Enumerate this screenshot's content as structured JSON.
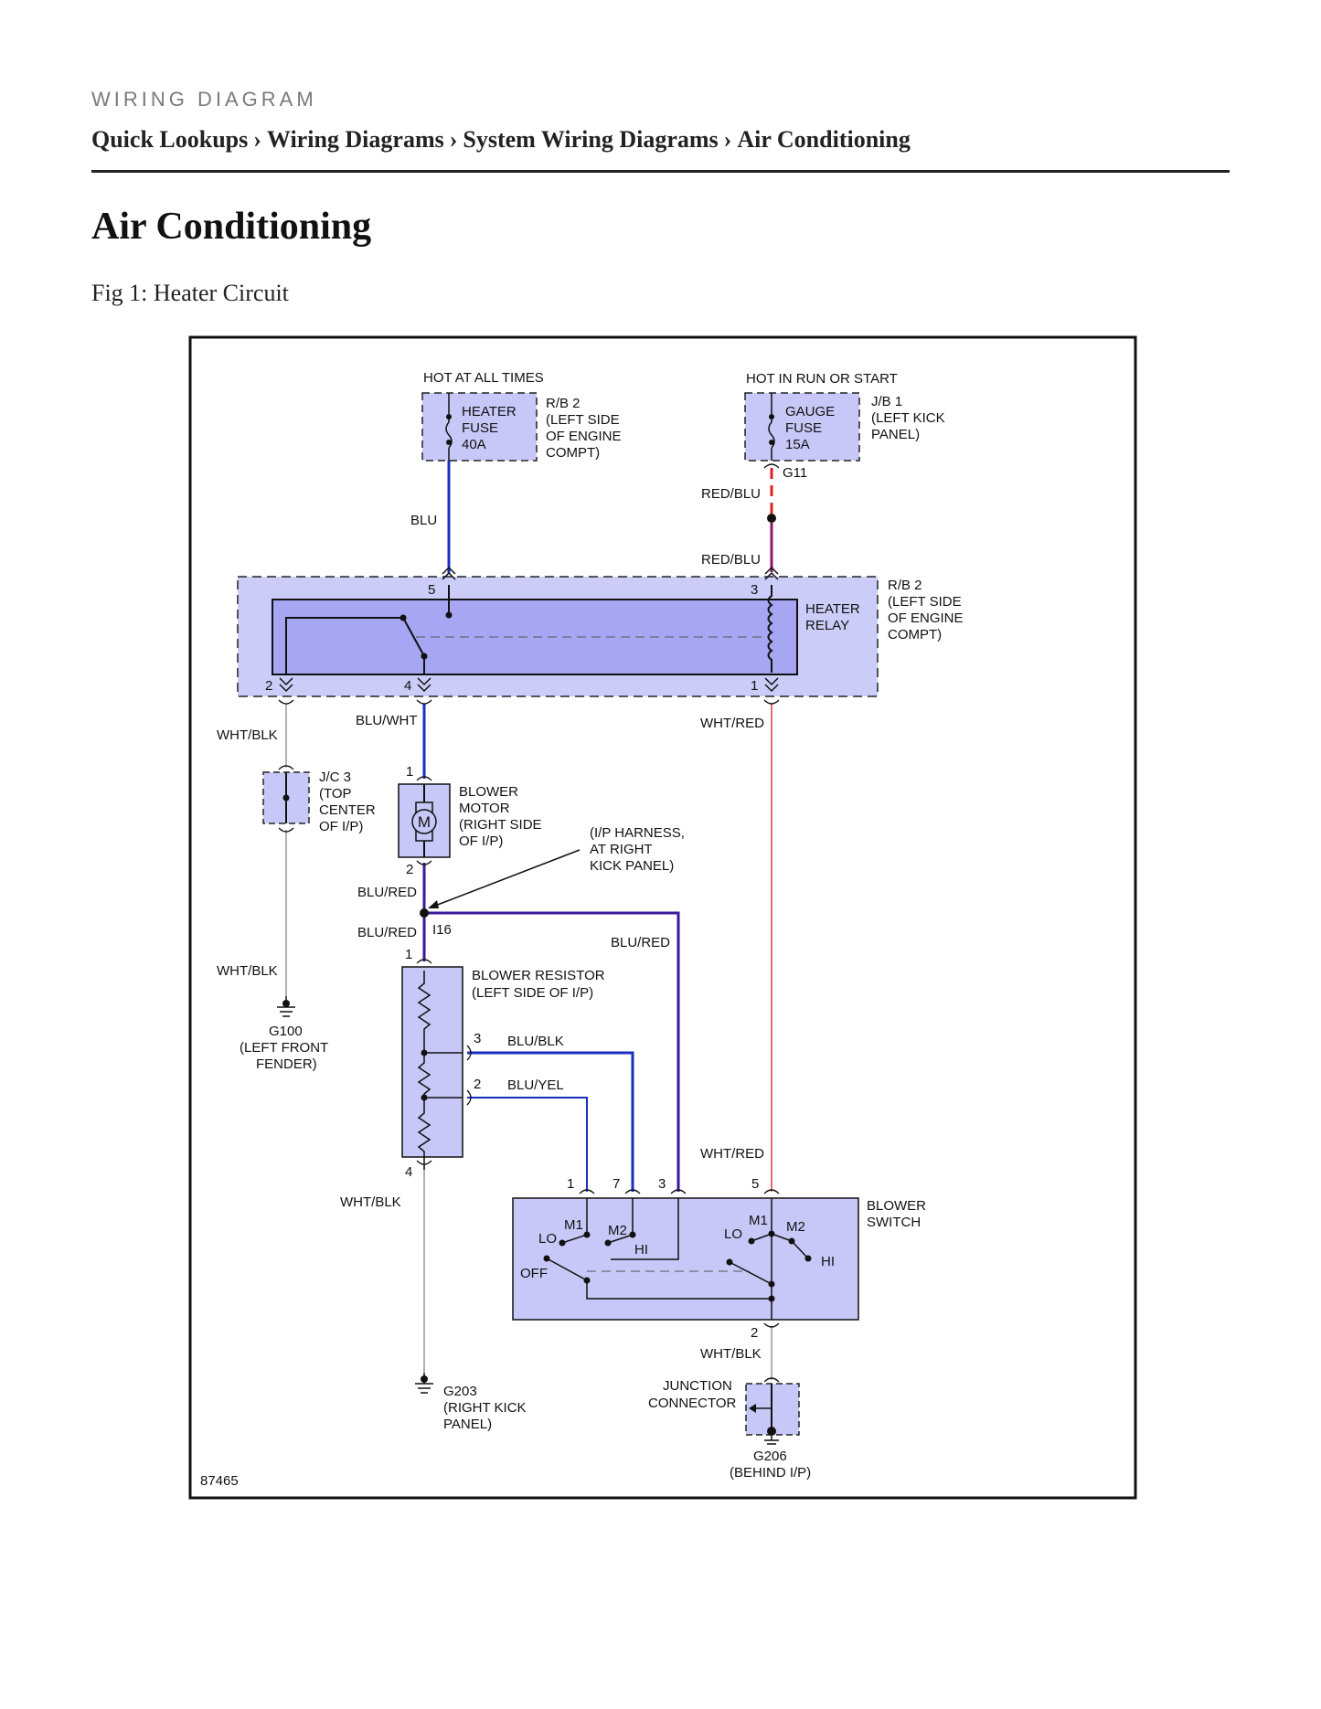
{
  "header": {
    "kicker": "WIRING DIAGRAM",
    "breadcrumb": [
      "Quick Lookups",
      "Wiring Diagrams",
      "System Wiring Diagrams",
      "Air Conditioning"
    ],
    "separator": "›"
  },
  "page_title": "Air Conditioning",
  "figure_caption": "Fig 1: Heater Circuit",
  "diagram": {
    "id": "87465",
    "supply_labels": {
      "hot_all_times": "HOT AT ALL TIMES",
      "hot_run_start": "HOT IN RUN OR START"
    },
    "heater_fuse": [
      "HEATER",
      "FUSE",
      "40A"
    ],
    "rb2_top": [
      "R/B 2",
      "(LEFT SIDE",
      "OF ENGINE",
      "COMPT)"
    ],
    "gauge_fuse": [
      "GAUGE",
      "FUSE",
      "15A"
    ],
    "jb1": [
      "J/B 1",
      "(LEFT KICK",
      "PANEL)"
    ],
    "g11": "G11",
    "wires": {
      "blu": "BLU",
      "red_blu_1": "RED/BLU",
      "red_blu_2": "RED/BLU",
      "wht_blk_1": "WHT/BLK",
      "blu_wht": "BLU/WHT",
      "wht_red_1": "WHT/RED",
      "blu_red_1": "BLU/RED",
      "blu_red_2": "BLU/RED",
      "blu_red_3": "BLU/RED",
      "wht_blk_2": "WHT/BLK",
      "blu_blk": "BLU/BLK",
      "blu_yel": "BLU/YEL",
      "wht_red_2": "WHT/RED",
      "wht_blk_3": "WHT/BLK",
      "wht_blk_4": "WHT/BLK"
    },
    "heater_relay": [
      "HEATER",
      "RELAY"
    ],
    "rb2_relay": [
      "R/B 2",
      "(LEFT SIDE",
      "OF ENGINE",
      "COMPT)"
    ],
    "relay_pins": {
      "p5": "5",
      "p3": "3",
      "p2": "2",
      "p4": "4",
      "p1": "1"
    },
    "jc3": [
      "J/C 3",
      "(TOP",
      "CENTER",
      "OF I/P)"
    ],
    "blower_motor": [
      "BLOWER",
      "MOTOR",
      "(RIGHT SIDE",
      "OF I/P)"
    ],
    "motor_symbol": "M",
    "motor_pins": {
      "p1": "1",
      "p2": "2"
    },
    "harness_note": [
      "(I/P HARNESS,",
      "AT RIGHT",
      "KICK PANEL)"
    ],
    "i16": "I16",
    "blower_resistor": [
      "BLOWER RESISTOR",
      "(LEFT SIDE OF I/P)"
    ],
    "resistor_pins": {
      "p1": "1",
      "p3": "3",
      "p2": "2",
      "p4": "4"
    },
    "g100": [
      "G100",
      "(LEFT FRONT",
      "FENDER)"
    ],
    "g203": [
      "G203",
      "(RIGHT KICK",
      "PANEL)"
    ],
    "blower_switch": [
      "BLOWER",
      "SWITCH"
    ],
    "switch_pins": {
      "p1": "1",
      "p7": "7",
      "p3": "3",
      "p5": "5",
      "p2": "2"
    },
    "switch_positions": {
      "m1a": "M1",
      "m2a": "M2",
      "lo_a": "LO",
      "hi_a": "HI",
      "off": "OFF",
      "lo_b": "LO",
      "m1b": "M1",
      "m2b": "M2",
      "hi_b": "HI"
    },
    "junction_connector": [
      "JUNCTION",
      "CONNECTOR"
    ],
    "g206": [
      "G206",
      "(BEHIND I/P)"
    ]
  }
}
